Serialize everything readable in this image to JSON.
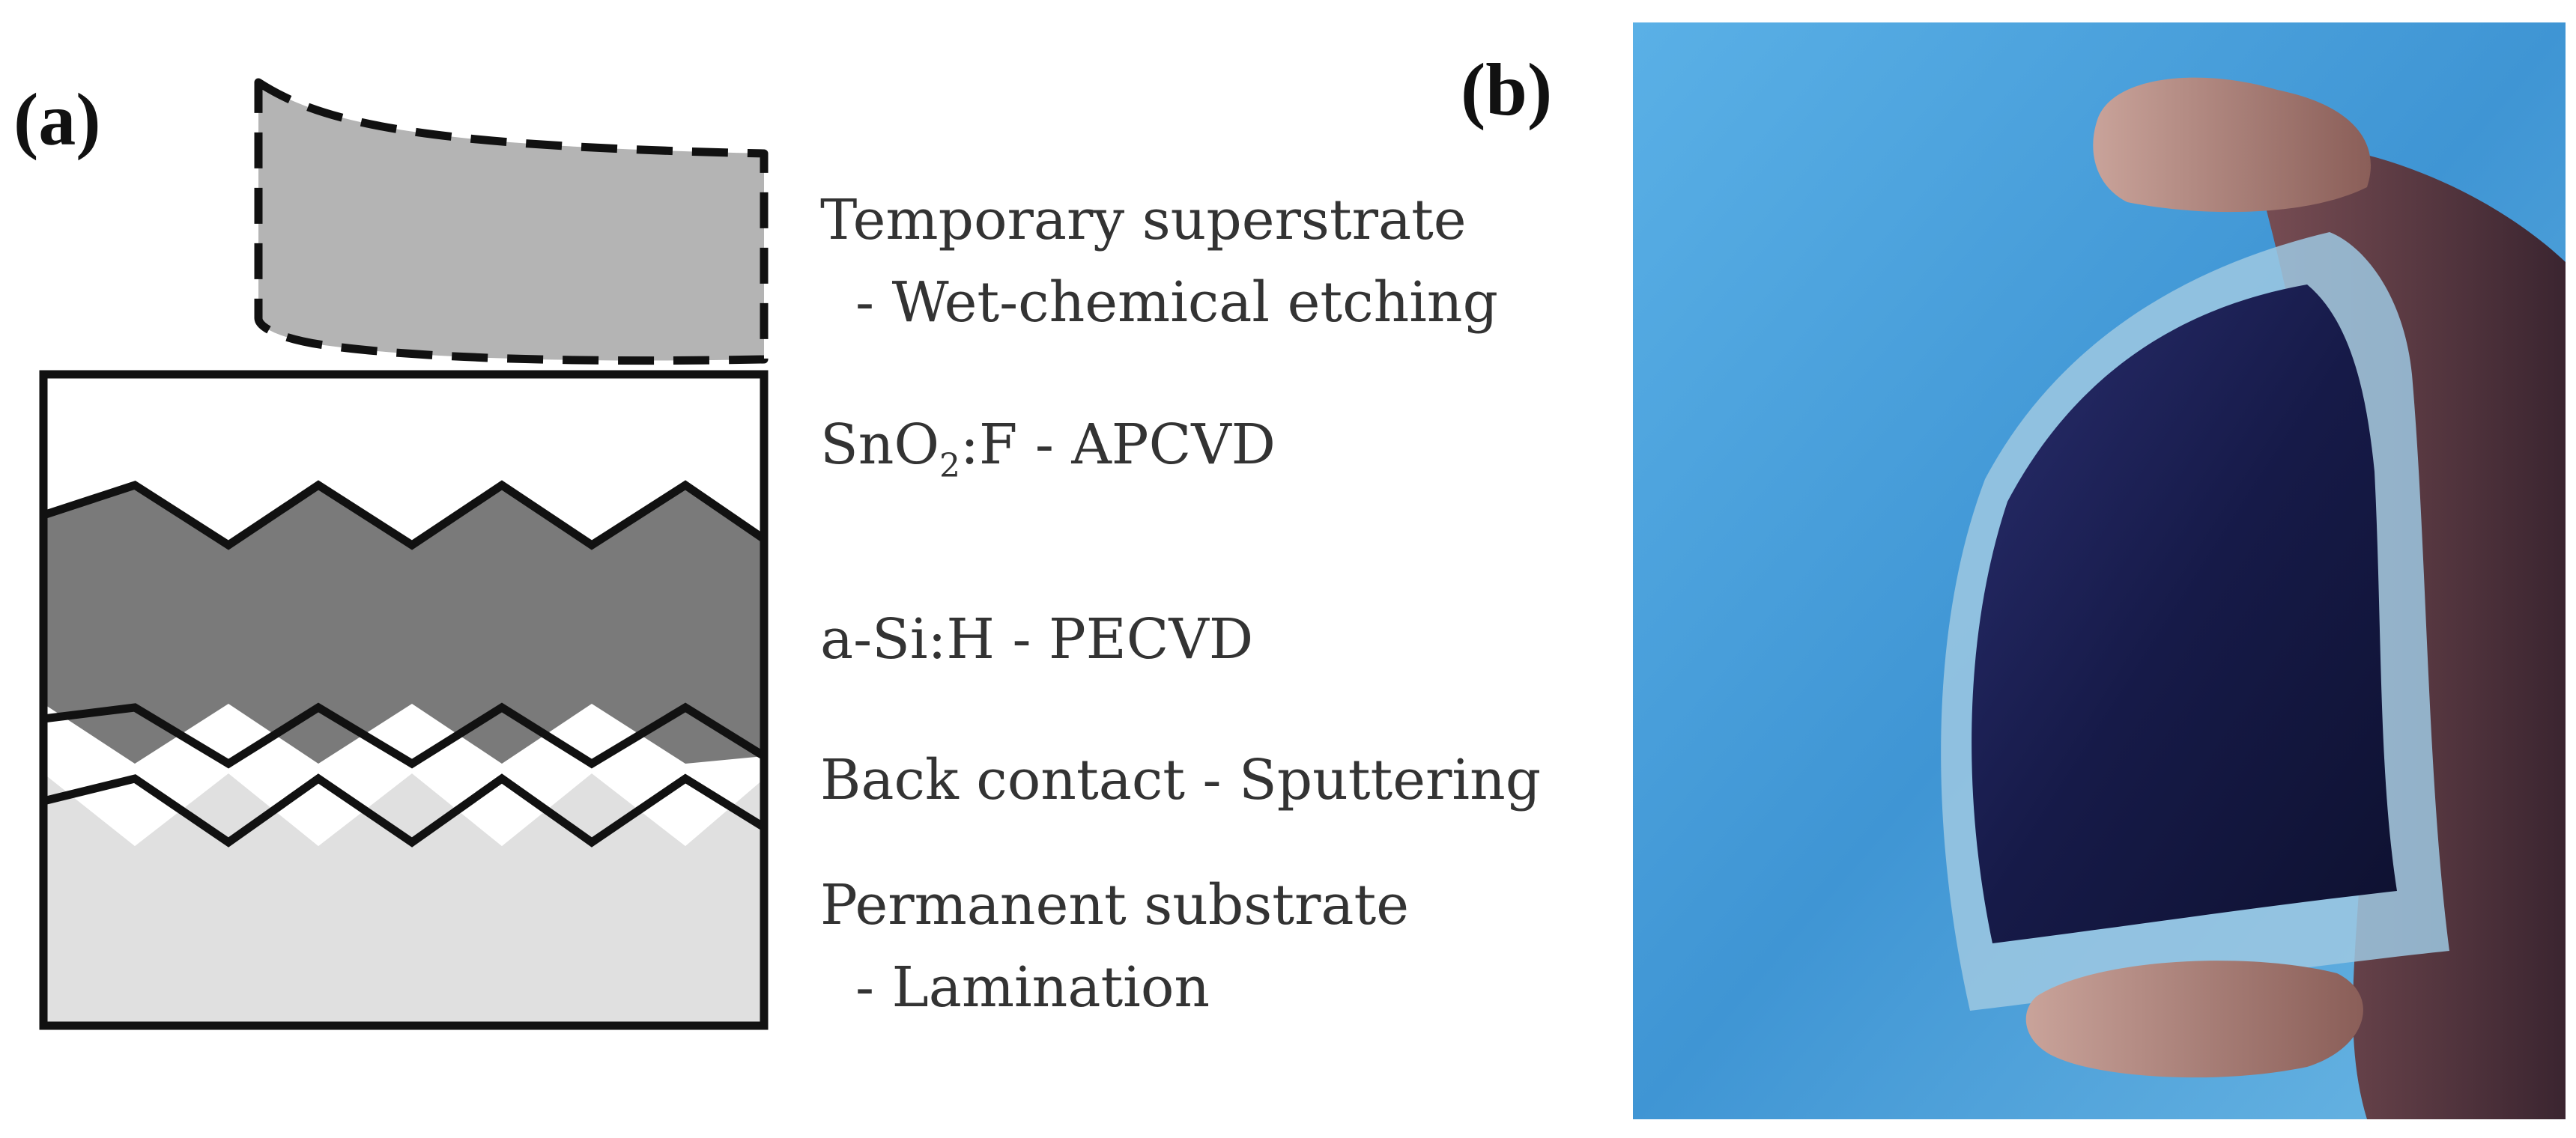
{
  "panels": {
    "a_label": "(a)",
    "b_label": "(b)"
  },
  "layers": {
    "temporary_superstrate": "Temporary superstrate",
    "temporary_process": "  - Wet-chemical etching",
    "tco_prefix": "SnO",
    "tco_subscript": "2",
    "tco_suffix": ":F - APCVD",
    "absorber": "a-Si:H - PECVD",
    "back_contact": "Back contact - Sputtering",
    "permanent_substrate": "Permanent substrate",
    "permanent_process": "  - Lamination"
  },
  "colors": {
    "superstrate_fill": "#b4b4b4",
    "tco_fill": "#ffffff",
    "absorber_fill": "#7a7a7a",
    "back_contact_fill": "#ffffff",
    "substrate_fill": "#e0e0e0",
    "outline": "#111111",
    "photo_background": "#4a9fd8",
    "cell_color": "#1b1f4a"
  }
}
